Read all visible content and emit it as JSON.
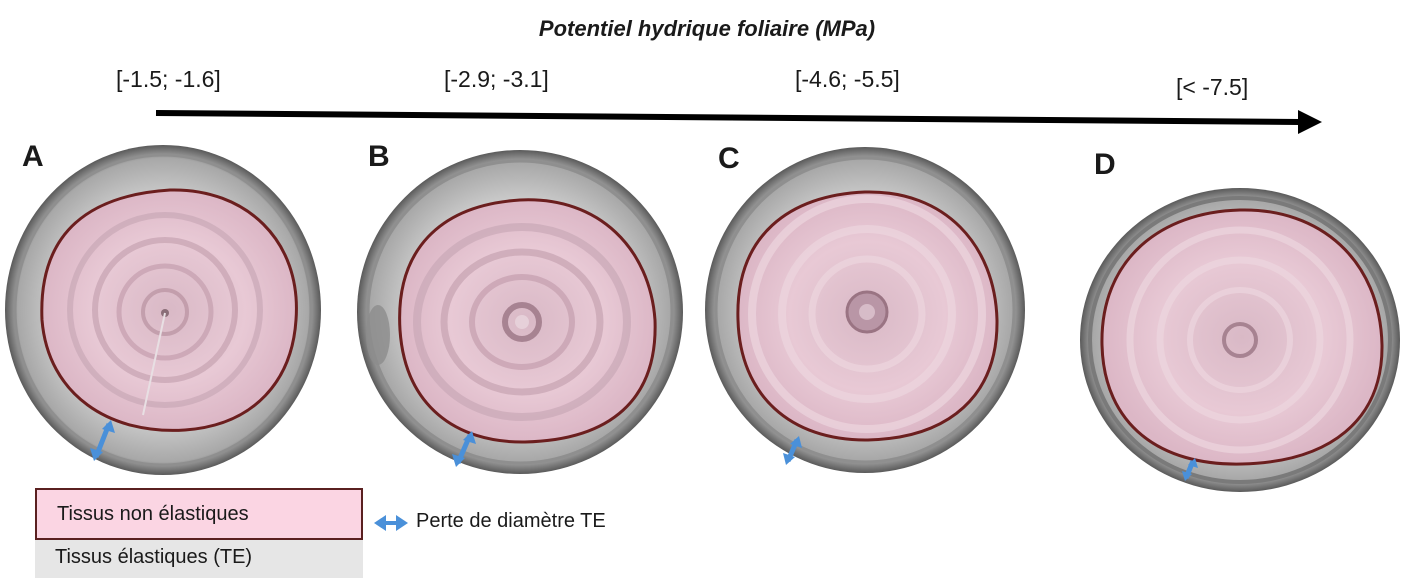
{
  "figure": {
    "title": "Potentiel hydrique foliaire (MPa)",
    "ranges": [
      "[-1.5; -1.6]",
      "[-2.9; -3.1]",
      "[-4.6; -5.5]",
      "[< -7.5]"
    ],
    "panels": [
      {
        "letter": "A"
      },
      {
        "letter": "B"
      },
      {
        "letter": "C"
      },
      {
        "letter": "D"
      }
    ]
  },
  "legend": {
    "non_elastic": "Tissus non élastiques",
    "elastic": "Tissus élastiques (TE)",
    "diameter_loss": "Perte de diamètre TE"
  },
  "colors": {
    "non_elastic_fill": "#f4c9d8",
    "outline": "#6b1e1e",
    "arrow": "#4a90d9",
    "bark": "#9b9b9b"
  }
}
